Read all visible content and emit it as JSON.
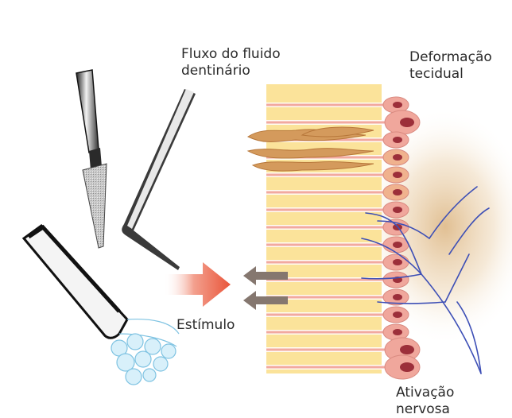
{
  "labels": {
    "fluid_flow_line1": "Fluxo do fluido",
    "fluid_flow_line2": "dentinário",
    "tissue_deformation_line1": "Deformação",
    "tissue_deformation_line2": "tecidual",
    "stimulus": "Estímulo",
    "nerve_activation_line1": "Ativação",
    "nerve_activation_line2": "nervosa"
  },
  "colors": {
    "dentin": "#fbe39a",
    "odontoblast_process": "#f2a9a0",
    "cell_body": "#f0a79c",
    "nucleus": "#9c2f3a",
    "nerve": "#3d4fb6",
    "stimulus_arrow": "#e9644a",
    "fluid_arrow": "#8c7a74",
    "deformed_tissue": "#c98a4a",
    "air_puff": "#bfe6f6"
  },
  "icons": [
    "probe-instrument-icon",
    "explorer-instrument-icon",
    "air-syringe-icon",
    "air-puff-icon",
    "stimulus-arrow-icon",
    "fluid-flow-arrow-icon"
  ]
}
